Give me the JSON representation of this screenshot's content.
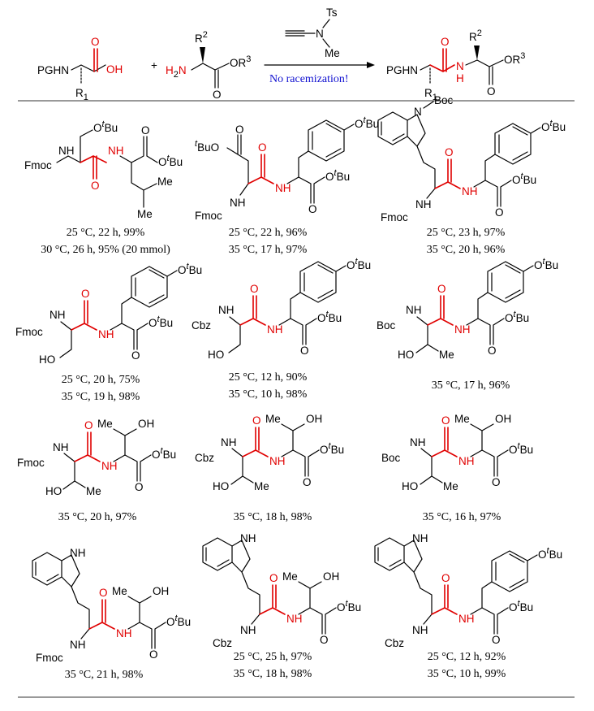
{
  "scheme": {
    "reagent": {
      "ts": "Ts",
      "n": "N",
      "me": "Me"
    },
    "note": "No racemization!",
    "reactant1": {
      "pghn": "PGHN",
      "r1": "R",
      "r1_sup": "1",
      "o": "O",
      "oh": "OH"
    },
    "plus": "+",
    "reactant2": {
      "h2n": "H2N",
      "r2": "R",
      "r2_sup": "2",
      "or3": "OR",
      "r3_sup": "3",
      "o": "O"
    },
    "product": {
      "pghn": "PGHN",
      "nh": "N",
      "h": "H",
      "r1": "R",
      "r1_sup": "1",
      "r2": "R",
      "r2_sup": "2",
      "or3": "OR",
      "r3_sup": "3"
    }
  },
  "compounds": [
    {
      "id": "c1",
      "pg": "Fmoc",
      "conditions": [
        "25 °C, 22 h, 99%",
        "30 °C, 26 h, 95% (20 mmol)"
      ]
    },
    {
      "id": "c2",
      "pg": "Fmoc",
      "conditions": [
        "25 °C, 22 h, 96%",
        "35 °C, 17 h, 97%"
      ]
    },
    {
      "id": "c3",
      "pg": "Fmoc",
      "conditions": [
        "25 °C, 23 h, 97%",
        "35 °C, 20 h, 96%"
      ]
    },
    {
      "id": "c4",
      "pg": "Fmoc",
      "conditions": [
        "25 °C, 20 h, 75%",
        "35 °C, 19 h, 98%"
      ]
    },
    {
      "id": "c5",
      "pg": "Cbz",
      "conditions": [
        "25 °C, 12 h, 90%",
        "35 °C, 10 h, 98%"
      ]
    },
    {
      "id": "c6",
      "pg": "Boc",
      "conditions": [
        "35 °C, 17 h, 96%"
      ]
    },
    {
      "id": "c7",
      "pg": "Fmoc",
      "conditions": [
        "35 °C, 20 h, 97%"
      ]
    },
    {
      "id": "c8",
      "pg": "Cbz",
      "conditions": [
        "35 °C, 18 h, 98%"
      ]
    },
    {
      "id": "c9",
      "pg": "Boc",
      "conditions": [
        "35 °C, 16 h, 97%"
      ]
    },
    {
      "id": "c10",
      "pg": "Fmoc",
      "conditions": [
        "35 °C, 21 h, 98%"
      ]
    },
    {
      "id": "c11",
      "pg": "Cbz",
      "conditions": [
        "25 °C, 25 h, 97%",
        "35 °C, 18 h, 98%"
      ]
    },
    {
      "id": "c12",
      "pg": "Cbz",
      "conditions": [
        "25 °C, 12 h, 92%",
        "35 °C, 10 h, 99%"
      ]
    }
  ],
  "groups": {
    "otbu": "O",
    "tbu_t": "t",
    "tbu_bu": "Bu",
    "tbuo": "BuO",
    "nh": "NH",
    "n": "N",
    "h": "H",
    "o": "O",
    "me": "Me",
    "oh": "OH",
    "ho": "HO",
    "boc": "Boc"
  }
}
